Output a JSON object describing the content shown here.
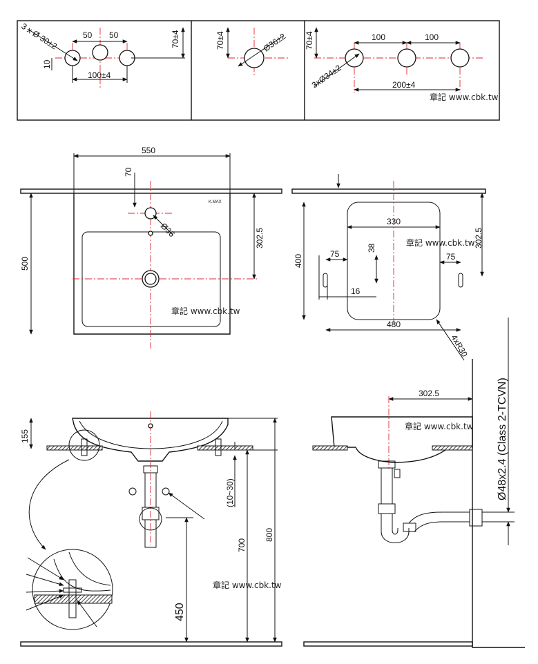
{
  "colors": {
    "line": "#111111",
    "centerline": "#e2262b",
    "background": "#ffffff"
  },
  "panel_a": {
    "hole_label": "3 x Ø 30±2",
    "dim_left": "50",
    "dim_right": "50",
    "dim_total": "100±4",
    "dim_height": "70±4",
    "dim_offset": "10"
  },
  "panel_b": {
    "hole_label": "Ø36±2",
    "dim_height": "70±4"
  },
  "panel_c": {
    "hole_label": "3xØ34±2",
    "dim_left": "100",
    "dim_right": "100",
    "dim_total": "200±4",
    "dim_height": "70±4"
  },
  "watermark": "章記 www.cbk.tw",
  "top_view": {
    "width": "550",
    "hole_offset": "70",
    "hole_diameter": "Ø36",
    "center_depth": "302.5",
    "depth": "500",
    "brand": "K.MAX"
  },
  "under_view": {
    "bowl_width": "330",
    "center_depth": "302.5",
    "depth": "400",
    "left_offset": "75",
    "right_offset": "75",
    "slot_height": "38",
    "slot_width": "16",
    "total_width": "480",
    "corner_radius": "4xR30"
  },
  "front_view": {
    "height": "155",
    "counter_range": "(10~30)",
    "floor_to_counter": "700",
    "total_height": "800",
    "drain_height": "450"
  },
  "side_view": {
    "center_depth": "302.5",
    "pipe_label": "Ø48x2.4 (Class 2-TCVN)"
  }
}
